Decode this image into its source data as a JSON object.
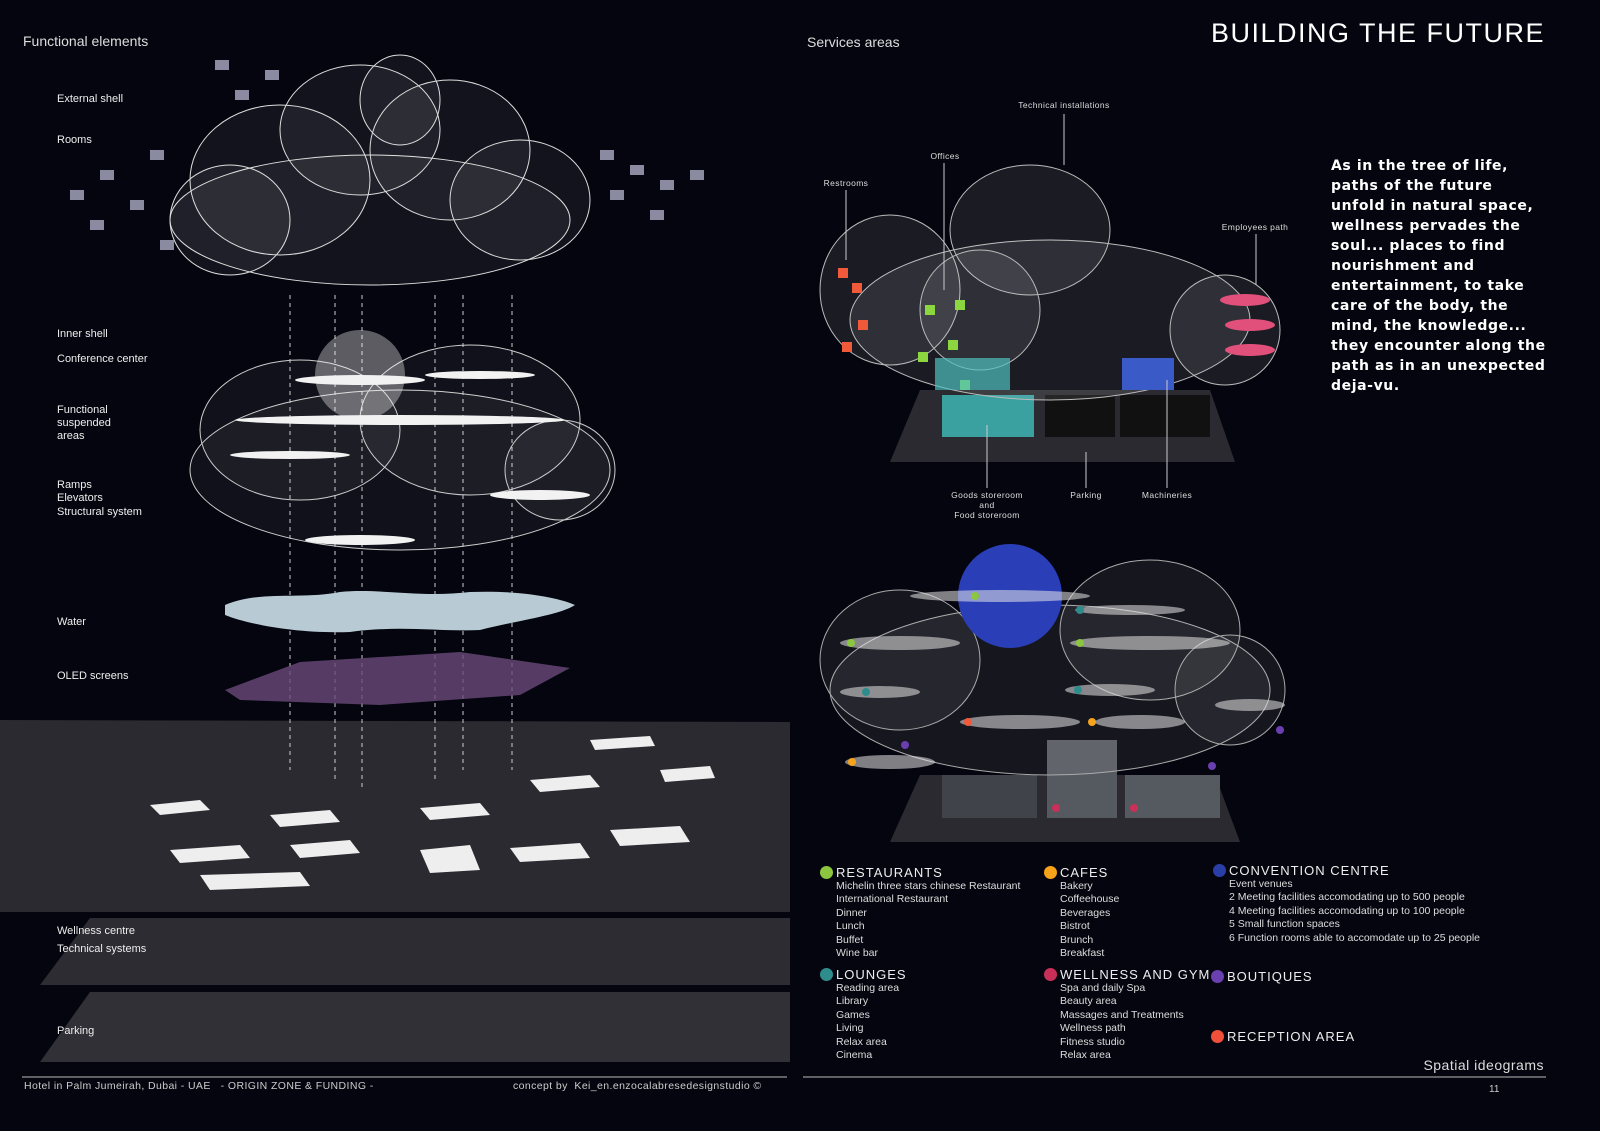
{
  "left": {
    "section_title": "Functional elements",
    "labels": [
      "External shell",
      "Rooms",
      "Inner shell",
      "Conference center",
      "Functional\nsuspended\nareas",
      "Ramps",
      "Elevators",
      "Structural system",
      "Water",
      "OLED screens",
      "Wellness  centre",
      "Technical systems",
      "Parking"
    ]
  },
  "right": {
    "section_title": "Services areas",
    "page_title": "BUILDING THE FUTURE",
    "callouts": [
      "Technical installations",
      "Offices",
      "Restrooms",
      "Employees path",
      "Goods storeroom\nand\nFood storeroom",
      "Parking",
      "Machineries"
    ],
    "paragraph": "As in the tree of life, paths of the future unfold in natural space, wellness pervades the soul... places to find nourishment and entertainment, to take care of the body, the mind, the knowledge... they encounter along the path as in an unexpected deja-vu.",
    "legend": [
      {
        "title": "RESTAURANTS",
        "color": "#8cc63f",
        "items": [
          "Michelin three stars chinese Restaurant",
          "International Restaurant",
          "Dinner",
          "Lunch",
          "Buffet",
          "Wine bar"
        ]
      },
      {
        "title": "CAFES",
        "color": "#f7a21b",
        "items": [
          "Bakery",
          "Coffeehouse",
          "Beverages",
          "Bistrot",
          "Brunch",
          "Breakfast"
        ]
      },
      {
        "title": "CONVENTION CENTRE",
        "color": "#2a3ea8",
        "items": [
          "Event venues",
          "2 Meeting facilities accomodating up to 500 people",
          "4 Meeting facilities accomodating up to 100 people",
          "5 Small function spaces",
          "6 Function rooms able to accomodate up to 25 people"
        ]
      },
      {
        "title": "LOUNGES",
        "color": "#2f8c8c",
        "items": [
          "Reading area",
          "Library",
          "Games",
          "Living",
          "Relax area",
          "Cinema"
        ]
      },
      {
        "title": "WELLNESS AND GYM",
        "color": "#c8305a",
        "items": [
          "Spa and daily Spa",
          "Beauty area",
          "Massages and Treatments",
          "Wellness path",
          "Fitness studio",
          "Relax area"
        ]
      },
      {
        "title": "BOUTIQUES",
        "color": "#6a3fb0",
        "items": []
      },
      {
        "title": "RECEPTION AREA",
        "color": "#f0503a",
        "items": []
      }
    ],
    "subtitle": "Spatial ideograms",
    "page_number": "11"
  },
  "footer": {
    "project": "Hotel in Palm Jumeirah, Dubai - UAE   - ORIGIN ZONE & FUNDING -",
    "credit": "concept by  Kei_en.enzocalabresedesignstudio ©"
  }
}
